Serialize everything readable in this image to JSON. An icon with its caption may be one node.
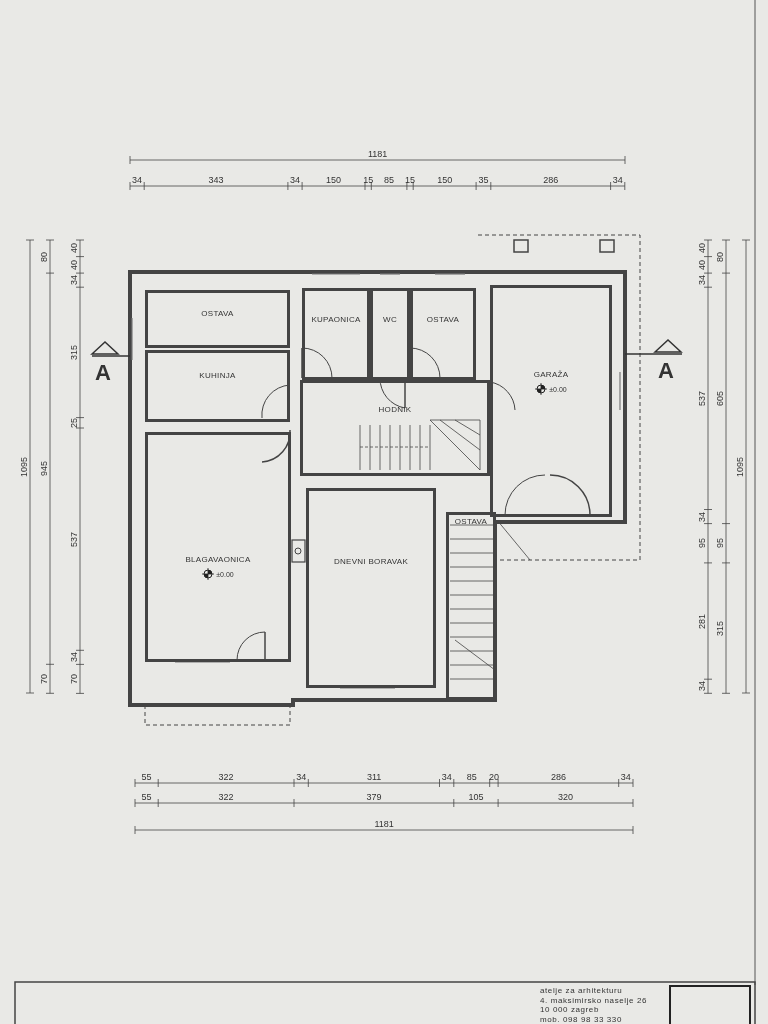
{
  "diagram": {
    "nodes": [
      {
        "text": [
          "OSTAVA"
        ]
      },
      {
        "text": [
          "KUHINJA"
        ]
      },
      {
        "text": [
          "KUPAONICA"
        ]
      },
      {
        "text": [
          "WC"
        ]
      },
      {
        "text": [
          "OSTAVA"
        ]
      },
      {
        "text": [
          "HODNIK"
        ]
      },
      {
        "text": [
          "GARAŽA",
          "±0.00"
        ]
      },
      {
        "text": [
          "BLAGAVAONICA",
          "±0.00"
        ]
      },
      {
        "text": [
          "DNEVNI BORAVAK"
        ]
      },
      {
        "text": [
          "OSTAVA"
        ]
      }
    ],
    "edges": [],
    "labels": [
      "1181",
      "34",
      "343",
      "34",
      "150",
      "15",
      "85",
      "15",
      "150",
      "35",
      "286",
      "34",
      "A",
      "1095",
      "80",
      "945",
      "70",
      "40",
      "40",
      "34",
      "315",
      "25",
      "537",
      "34",
      "70",
      "A",
      "40",
      "40",
      "34",
      "537",
      "34",
      "95",
      "281",
      "34",
      "80",
      "605",
      "95",
      "315",
      "1095",
      "55",
      "322",
      "34",
      "311",
      "34",
      "85",
      "20",
      "286",
      "34",
      "55",
      "322",
      "379",
      "105",
      "320",
      "1181",
      "atelje za arhitekturu",
      "4. maksimirsko naselje 26",
      "10 000 zagreb",
      "mob. 098 98 33 330"
    ]
  }
}
